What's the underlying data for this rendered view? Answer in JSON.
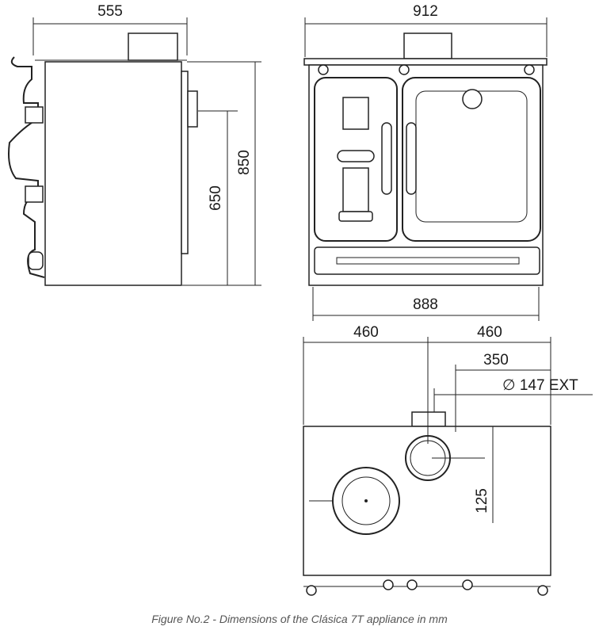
{
  "side_view": {
    "width_label": "555",
    "height_label": "850",
    "flue_height_label": "650"
  },
  "front_view": {
    "top_width_label": "912",
    "bottom_width_label": "888"
  },
  "top_view": {
    "left_half_label": "460",
    "right_half_label": "460",
    "flue_offset_label": "350",
    "flue_diameter_label": "∅ 147 EXT",
    "flue_depth_label": "125"
  },
  "caption": "Figure No.2 - Dimensions of the Clásica 7T appliance in mm"
}
